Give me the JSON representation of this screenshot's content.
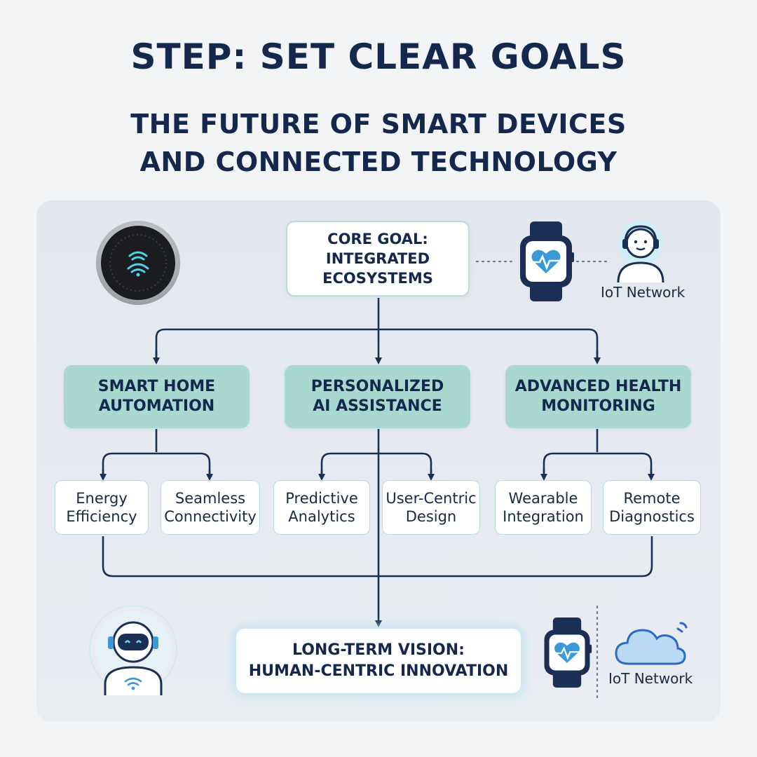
{
  "header": {
    "title": "STEP: SET CLEAR GOALS",
    "subtitle_line1": "THE FUTURE OF SMART DEVICES",
    "subtitle_line2": "AND CONNECTED TECHNOLOGY"
  },
  "core": {
    "line1": "CORE GOAL:",
    "line2": "INTEGRATED",
    "line3": "ECOSYSTEMS"
  },
  "categories": [
    {
      "line1": "SMART HOME",
      "line2": "AUTOMATION"
    },
    {
      "line1": "PERSONALIZED",
      "line2": "AI ASSISTANCE"
    },
    {
      "line1": "ADVANCED HEALTH",
      "line2": "MONITORING"
    }
  ],
  "leaves": [
    {
      "line1": "Energy",
      "line2": "Efficiency"
    },
    {
      "line1": "Seamless",
      "line2": "Connectivity"
    },
    {
      "line1": "Predictive",
      "line2": "Analytics"
    },
    {
      "line1": "User-Centric",
      "line2": "Design"
    },
    {
      "line1": "Wearable",
      "line2": "Integration"
    },
    {
      "line1": "Remote",
      "line2": "Diagnostics"
    }
  ],
  "vision": {
    "line1": "LONG-TERM VISION:",
    "line2": "HUMAN-CENTRIC INNOVATION"
  },
  "iot_labels": {
    "top": "IoT Network",
    "bottom": "IoT Network"
  },
  "icons": {
    "thermostat": "smart-thermostat-icon",
    "watch": "smartwatch-icon",
    "person": "user-headset-icon",
    "robot": "robot-assistant-icon",
    "cloud": "cloud-icon"
  },
  "colors": {
    "navy": "#14284d",
    "teal": "#a8d8cf",
    "teal_border": "#b5ddd6",
    "connector": "#1b2f55",
    "panel": "#e5e9ef"
  }
}
